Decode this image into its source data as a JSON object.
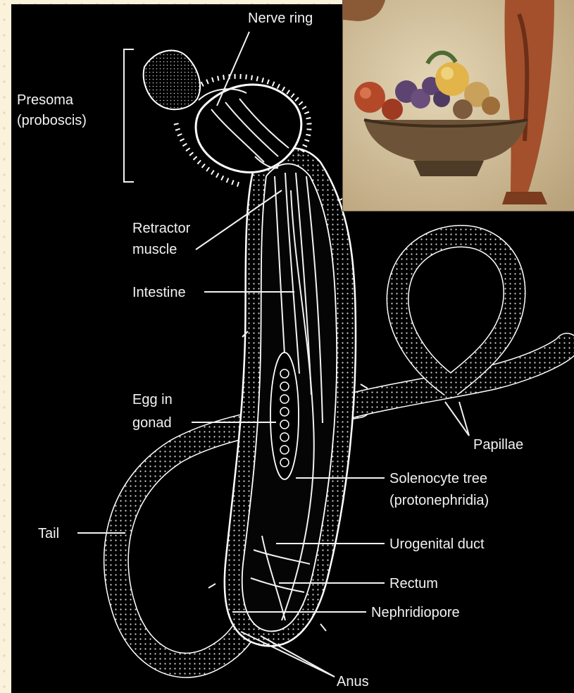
{
  "diagram": {
    "labels": {
      "nerve_ring": "Nerve ring",
      "presoma_line1": "Presoma",
      "presoma_line2": "(proboscis)",
      "retractor_line1": "Retractor",
      "retractor_line2": "muscle",
      "intestine": "Intestine",
      "egg_line1": "Egg in",
      "egg_line2": "gonad",
      "papillae": "Papillae",
      "solenocyte_line1": "Solenocyte tree",
      "solenocyte_line2": "(protonephridia)",
      "tail": "Tail",
      "urogenital_duct": "Urogenital duct",
      "rectum": "Rectum",
      "nephridiopore": "Nephridiopore",
      "anus": "Anus"
    }
  },
  "colors": {
    "background": "#000000",
    "label_text": "#f2f2f2",
    "paper": "#fbf2dc",
    "inset_wall": "#d7c6a2",
    "fruit_red": "#b4492a",
    "fruit_yellow": "#e2b44a",
    "grape_purple": "#5d4470",
    "figure_leg": "#a4502c"
  },
  "icons": {
    "worm": "priapulid-worm-illustration",
    "inset": "fresco-fruit-bowl-image"
  }
}
